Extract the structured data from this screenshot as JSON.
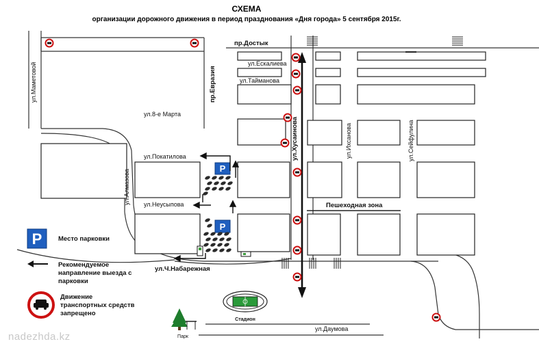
{
  "title": {
    "line1": "СХЕМА",
    "line2": "организации дорожного движения в период празднования «Дня города» 5 сентября 2015г."
  },
  "streets": {
    "dostyk": "пр.Достык",
    "eskalieva": "ул.Ескалиева",
    "taimanova": "ул.Тайманова",
    "march8": "ул.8-е Марта",
    "pokatilova": "ул.Покатилова",
    "neusypova": "ул.Неусыпова",
    "naberezhnaya": "ул.Ч.Набарежная",
    "daumova": "ул.Даумова",
    "mametovoi": "ул.Маметовой",
    "evrazia": "пр.Евразия",
    "almazova": "ул.Алмазова",
    "khusainova": "ул.Хусаинова",
    "iksanova": "ул.Ихсанова",
    "seifullina": "ул.Сейфулина"
  },
  "places": {
    "pedestrian_zone": "Пешеходная зона",
    "stadium": "Стадион",
    "park": "Парк"
  },
  "legend": {
    "parking": "Место парковки",
    "exit_line1": "Рекомендуемое",
    "exit_line2": "направление выезда с",
    "exit_line3": "парковки",
    "ban_line1": "Движение",
    "ban_line2": "транспортных средств",
    "ban_line3": "запрещено"
  },
  "parking_symbol": "P",
  "watermark": "nadezhda.kz",
  "colors": {
    "parking_blue": "#1f5fbf",
    "ban_red": "#cc1111",
    "road_line": "#333333",
    "park_green": "#1e7d2d"
  }
}
